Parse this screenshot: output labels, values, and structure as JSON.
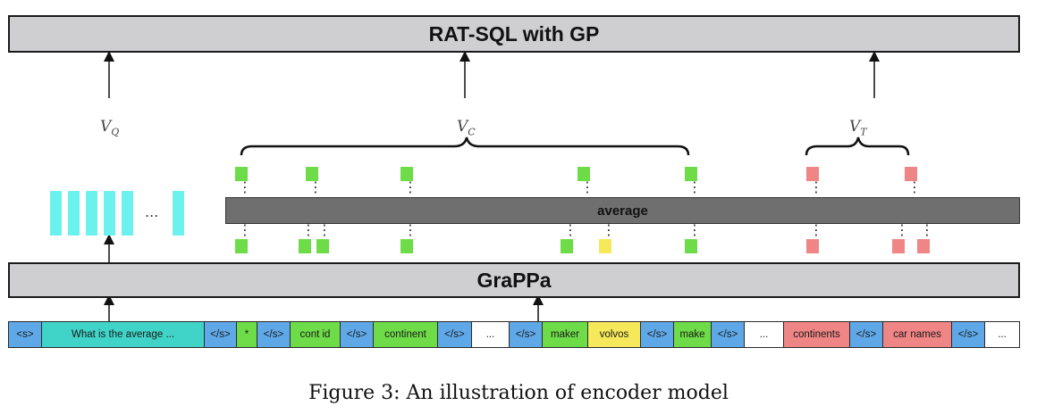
{
  "top_box": {
    "label": "RAT-SQL with GP"
  },
  "middle_box": {
    "label": "GraPPa"
  },
  "average_bar": {
    "label": "average"
  },
  "vectors": {
    "q": {
      "base": "V",
      "sub": "Q"
    },
    "c": {
      "base": "V",
      "sub": "C"
    },
    "t": {
      "base": "V",
      "sub": "T"
    }
  },
  "ellipsis": "...",
  "tokens": [
    {
      "text": "<s>",
      "color": "#5fa8e8"
    },
    {
      "text": "What  is the average ...",
      "color": "#40d4c8"
    },
    {
      "text": "</s>",
      "color": "#5fa8e8"
    },
    {
      "text": "*",
      "color": "#6edc48"
    },
    {
      "text": "</s>",
      "color": "#5fa8e8"
    },
    {
      "text": "cont id",
      "color": "#6edc48"
    },
    {
      "text": "</s>",
      "color": "#5fa8e8"
    },
    {
      "text": "continent",
      "color": "#6edc48"
    },
    {
      "text": "</s>",
      "color": "#5fa8e8"
    },
    {
      "text": "...",
      "color": "#ffffff"
    },
    {
      "text": "</s>",
      "color": "#5fa8e8"
    },
    {
      "text": "maker",
      "color": "#6edc48"
    },
    {
      "text": "volvos",
      "color": "#f5e85a"
    },
    {
      "text": "</s>",
      "color": "#5fa8e8"
    },
    {
      "text": "make",
      "color": "#6edc48"
    },
    {
      "text": "</s>",
      "color": "#5fa8e8"
    },
    {
      "text": "...",
      "color": "#ffffff"
    },
    {
      "text": "continents",
      "color": "#f08585"
    },
    {
      "text": "</s>",
      "color": "#5fa8e8"
    },
    {
      "text": "car names",
      "color": "#f08585"
    },
    {
      "text": "</s>",
      "color": "#5fa8e8"
    },
    {
      "text": "...",
      "color": "#ffffff"
    }
  ],
  "caption": "Figure 3:  An illustration of encoder model"
}
